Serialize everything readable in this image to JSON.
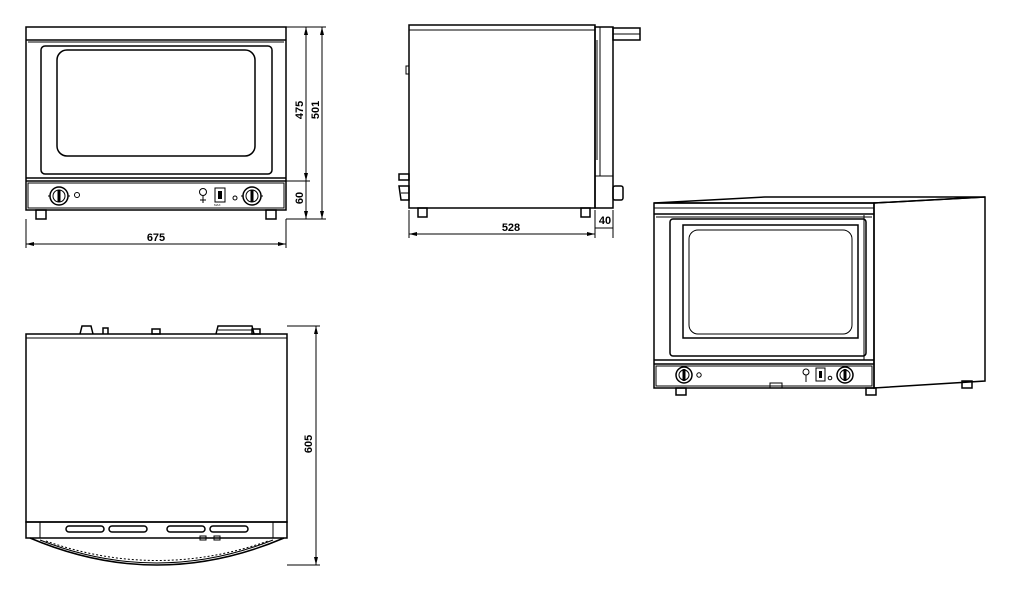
{
  "dimensions": {
    "front_width": "675",
    "front_cavity_height": "475",
    "front_total_height": "501",
    "front_control_panel_height": "60",
    "side_depth": "528",
    "side_door_protrusion": "40",
    "top_depth": "605"
  },
  "colors": {
    "line": "#000000",
    "background": "#ffffff"
  }
}
